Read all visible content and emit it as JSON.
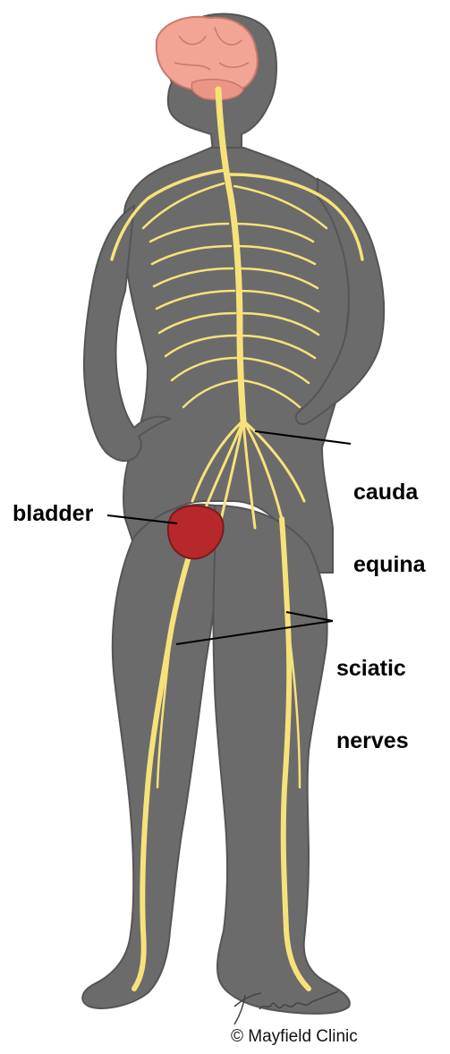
{
  "labels": {
    "cauda_equina_line1": "cauda",
    "cauda_equina_line2": "equina",
    "bladder": "bladder",
    "sciatic_line1": "sciatic",
    "sciatic_line2": "nerves"
  },
  "credit": {
    "copyright": "© Mayfield Clinic"
  },
  "colors": {
    "body": "#6b6b6b",
    "body_outline": "#4a4a4a",
    "nerve": "#f7e27a",
    "brain": "#f2a594",
    "bladder": "#b7282b",
    "leader_line": "#000000"
  }
}
